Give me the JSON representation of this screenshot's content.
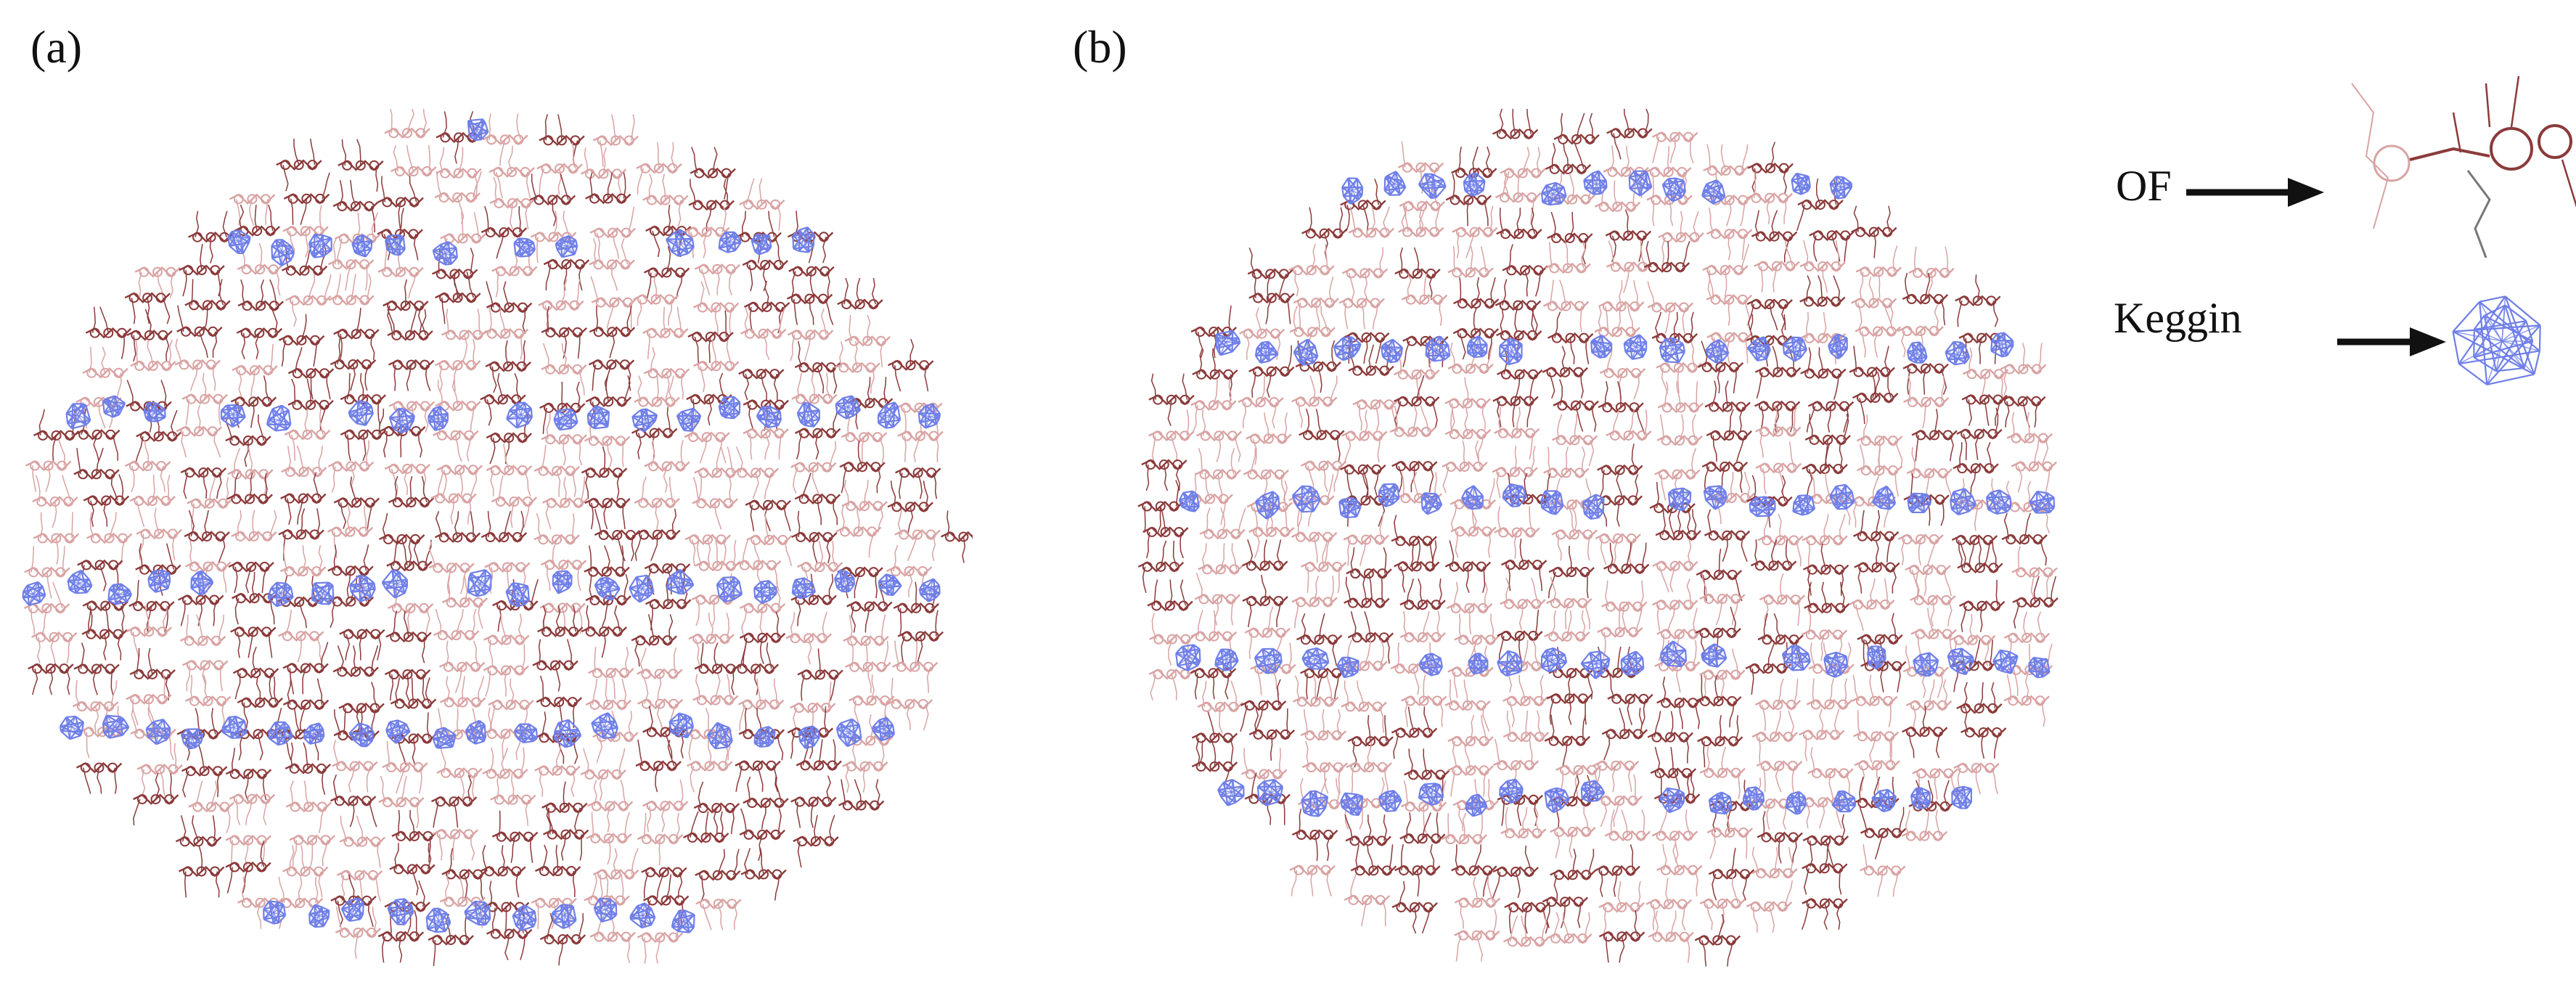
{
  "panels": {
    "a": {
      "label": "(a)"
    },
    "b": {
      "label": "(b)"
    }
  },
  "legend": {
    "of_label": "OF",
    "keggin_label": "Keggin",
    "arrow_icon": "right-arrow-icon"
  },
  "colors": {
    "of_dark": "#8b3a3a",
    "of_light": "#d9a3a3",
    "keggin": "#6f7fe8",
    "text": "#111111"
  }
}
